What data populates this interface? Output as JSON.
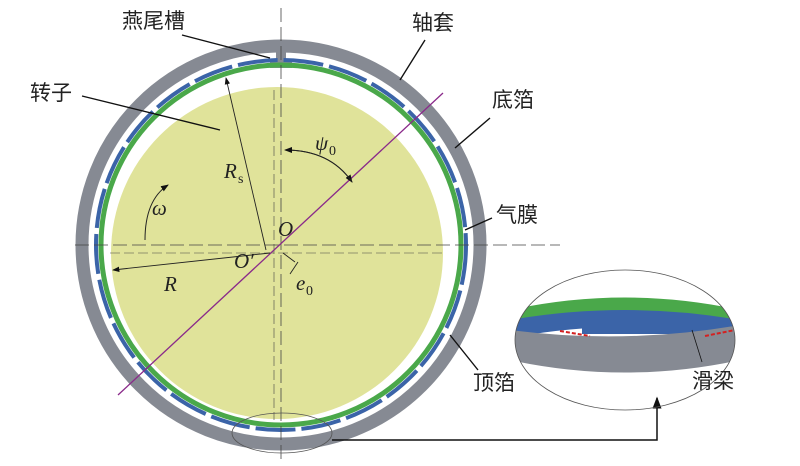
{
  "labels": {
    "dovetail_groove": "燕尾槽",
    "sleeve": "轴套",
    "rotor": "转子",
    "bump_foil": "底箔",
    "gas_film": "气膜",
    "top_foil": "顶箔",
    "sliding_beam": "滑梁"
  },
  "symbols": {
    "Rs": "R",
    "Rs_sub": "s",
    "psi0": "ψ",
    "psi0_sub": "0",
    "omega": "ω",
    "O": "O",
    "O_prime": "O′",
    "R": "R",
    "e0": "e",
    "e0_sub": "0"
  },
  "colors": {
    "sleeve": "#868a93",
    "bump_foil": "#3b64a8",
    "top_foil": "#4aa84a",
    "rotor": "#e0e39a",
    "line_of_centers": "#8a2a8a",
    "slip_mark": "#d42020"
  }
}
